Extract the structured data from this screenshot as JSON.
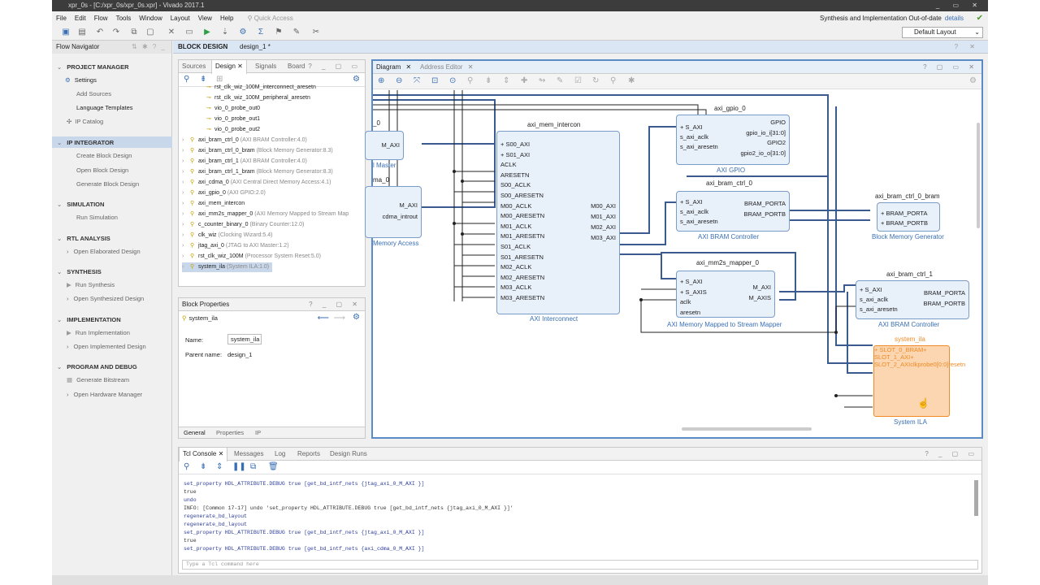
{
  "window": {
    "title": "xpr_0s - [C:/xpr_0s/xpr_0s.xpr] - Vivado 2017.1",
    "controls": "_ ▭ ✕"
  },
  "menu": {
    "items": [
      "File",
      "Edit",
      "Flow",
      "Tools",
      "Window",
      "Layout",
      "View",
      "Help"
    ],
    "quick_access": "Quick Access",
    "status": "Synthesis and Implementation Out-of-date",
    "details": "details"
  },
  "toolbar": {
    "layout": "Default Layout"
  },
  "flow_navigator": {
    "title": "Flow Navigator",
    "sections": [
      {
        "label": "PROJECT MANAGER",
        "items": [
          "Settings",
          "Add Sources",
          "Language Templates",
          "IP Catalog"
        ]
      },
      {
        "label": "IP INTEGRATOR",
        "items": [
          "Create Block Design",
          "Open Block Design",
          "Generate Block Design"
        ]
      },
      {
        "label": "SIMULATION",
        "items": [
          "Run Simulation"
        ]
      },
      {
        "label": "RTL ANALYSIS",
        "items": [
          "Open Elaborated Design"
        ]
      },
      {
        "label": "SYNTHESIS",
        "items": [
          "Run Synthesis",
          "Open Synthesized Design"
        ]
      },
      {
        "label": "IMPLEMENTATION",
        "items": [
          "Run Implementation",
          "Open Implemented Design"
        ]
      },
      {
        "label": "PROGRAM AND DEBUG",
        "items": [
          "Generate Bitstream",
          "Open Hardware Manager"
        ]
      }
    ]
  },
  "header": {
    "title": "BLOCK DESIGN",
    "design": "design_1 *"
  },
  "sources": {
    "tabs": [
      "Sources",
      "Design",
      "Signals",
      "Board"
    ],
    "tree": [
      {
        "name": "rst_clk_wiz_100M_interconnect_aresetn",
        "desc": "",
        "child": true
      },
      {
        "name": "rst_clk_wiz_100M_peripheral_aresetn",
        "desc": "",
        "child": true
      },
      {
        "name": "vio_0_probe_out0",
        "desc": "",
        "child": true
      },
      {
        "name": "vio_0_probe_out1",
        "desc": "",
        "child": true
      },
      {
        "name": "vio_0_probe_out2",
        "desc": "",
        "child": true
      },
      {
        "name": "axi_bram_ctrl_0",
        "desc": "(AXI BRAM Controller:4.0)"
      },
      {
        "name": "axi_bram_ctrl_0_bram",
        "desc": "(Block Memory Generator:8.3)"
      },
      {
        "name": "axi_bram_ctrl_1",
        "desc": "(AXI BRAM Controller:4.0)"
      },
      {
        "name": "axi_bram_ctrl_1_bram",
        "desc": "(Block Memory Generator:8.3)"
      },
      {
        "name": "axi_cdma_0",
        "desc": "(AXI Central Direct Memory Access:4.1)"
      },
      {
        "name": "axi_gpio_0",
        "desc": "(AXI GPIO:2.0)"
      },
      {
        "name": "axi_mem_intercon",
        "desc": ""
      },
      {
        "name": "axi_mm2s_mapper_0",
        "desc": "(AXI Memory Mapped to Stream Map"
      },
      {
        "name": "c_counter_binary_0",
        "desc": "(Binary Counter:12.0)"
      },
      {
        "name": "clk_wiz",
        "desc": "(Clocking Wizard:5.4)"
      },
      {
        "name": "jtag_axi_0",
        "desc": "(JTAG to AXI Master:1.2)"
      },
      {
        "name": "rst_clk_wiz_100M",
        "desc": "(Processor System Reset:5.0)"
      },
      {
        "name": "system_ila",
        "desc": "(System ILA:1.0)",
        "selected": true
      }
    ]
  },
  "block_properties": {
    "title": "Block Properties",
    "selected": "system_ila",
    "name_label": "Name:",
    "name_value": "system_ila",
    "parent_label": "Parent name:",
    "parent_value": "design_1",
    "tabs": [
      "General",
      "Properties",
      "IP"
    ]
  },
  "diagram": {
    "tabs": [
      "Diagram",
      "Address Editor"
    ],
    "blocks": {
      "jtag": {
        "title": "_0",
        "port": "M_AXI",
        "sub": "l Master"
      },
      "cdma": {
        "title": "ma_0",
        "port": "M_AXI",
        "port2": "cdma_introut",
        "sub": "Memory Access"
      },
      "intercon": {
        "title": "axi_mem_intercon",
        "sub": "AXI Interconnect",
        "left": [
          "S00_AXI",
          "S01_AXI",
          "ACLK",
          "ARESETN",
          "S00_ACLK",
          "S00_ARESETN",
          "M00_ACLK",
          "M00_ARESETN",
          "M01_ACLK",
          "M01_ARESETN",
          "S01_ACLK",
          "S01_ARESETN",
          "M02_ACLK",
          "M02_ARESETN",
          "M03_ACLK",
          "M03_ARESETN"
        ],
        "right": [
          "M00_AXI",
          "M01_AXI",
          "M02_AXI",
          "M03_AXI"
        ]
      },
      "gpio": {
        "title": "axi_gpio_0",
        "sub": "AXI GPIO",
        "left": [
          "S_AXI",
          "s_axi_aclk",
          "s_axi_aresetn"
        ],
        "right": [
          "GPIO",
          "gpio_io_i[31:0]",
          "GPIO2",
          "gpio2_io_o[31:0]"
        ]
      },
      "bram0": {
        "title": "axi_bram_ctrl_0",
        "sub": "AXI BRAM Controller",
        "left": [
          "S_AXI",
          "s_axi_aclk",
          "s_axi_aresetn"
        ],
        "right": [
          "BRAM_PORTA",
          "BRAM_PORTB"
        ]
      },
      "bmg": {
        "title": "axi_bram_ctrl_0_bram",
        "sub": "Block Memory Generator",
        "left": [
          "BRAM_PORTA",
          "BRAM_PORTB"
        ]
      },
      "mapper": {
        "title": "axi_mm2s_mapper_0",
        "sub": "AXI Memory Mapped to Stream Mapper",
        "left": [
          "S_AXI",
          "S_AXIS",
          "aclk",
          "aresetn"
        ],
        "right": [
          "M_AXI",
          "M_AXIS"
        ]
      },
      "bram1": {
        "title": "axi_bram_ctrl_1",
        "sub": "AXI BRAM Controller",
        "left": [
          "S_AXI",
          "s_axi_aclk",
          "s_axi_aresetn"
        ],
        "right": [
          "BRAM_PORTA",
          "BRAM_PORTB"
        ]
      },
      "ila": {
        "title": "system_ila",
        "sub": "System ILA",
        "left": [
          "SLOT_0_BRAM",
          "SLOT_1_AXI",
          "SLOT_2_AXI",
          "clk",
          "probe0[0:0]",
          "resetn"
        ]
      }
    }
  },
  "tcl": {
    "tabs": [
      "Tcl Console",
      "Messages",
      "Log",
      "Reports",
      "Design Runs"
    ],
    "lines": [
      {
        "t": "set_property HDL_ATTRIBUTE.DEBUG true [get_bd_intf_nets {jtag_axi_0_M_AXI }]",
        "c": "cmd"
      },
      {
        "t": "true",
        "c": "out"
      },
      {
        "t": "undo",
        "c": "cmd"
      },
      {
        "t": "INFO: [Common 17-17] undo 'set_property HDL_ATTRIBUTE.DEBUG true [get_bd_intf_nets {jtag_axi_0_M_AXI }]'",
        "c": "out"
      },
      {
        "t": "regenerate_bd_layout",
        "c": "cmd"
      },
      {
        "t": "regenerate_bd_layout",
        "c": "cmd"
      },
      {
        "t": "set_property HDL_ATTRIBUTE.DEBUG true [get_bd_intf_nets {jtag_axi_0_M_AXI }]",
        "c": "cmd"
      },
      {
        "t": "true",
        "c": "out"
      },
      {
        "t": "set_property HDL_ATTRIBUTE.DEBUG true [get_bd_intf_nets {axi_cdma_0_M_AXI }]",
        "c": "cmd"
      }
    ],
    "placeholder": "Type a Tcl command here"
  }
}
